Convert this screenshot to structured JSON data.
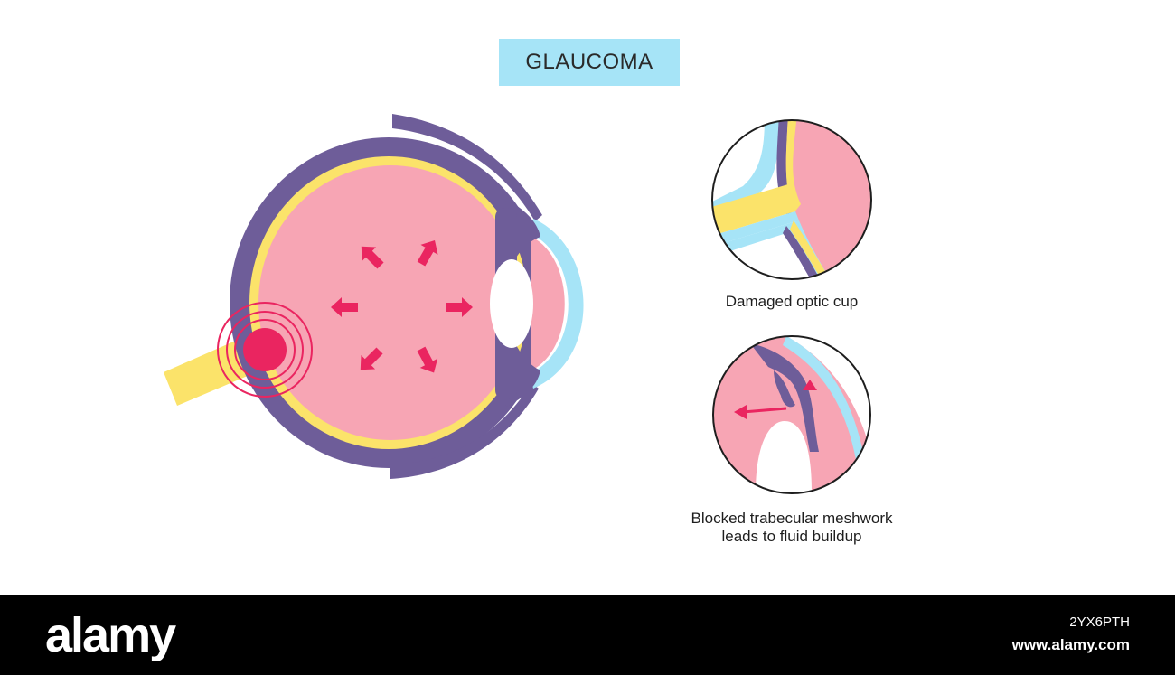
{
  "title": "GLAUCOMA",
  "captions": {
    "optic_cup": "Damaged optic cup",
    "meshwork_line1": "Blocked trabecular meshwork",
    "meshwork_line2": "leads to fluid buildup"
  },
  "footer": {
    "logo": "alamy",
    "image_id": "2YX6PTH",
    "site": "www.alamy.com"
  },
  "colors": {
    "title_bg": "#a6e4f7",
    "sclera": "#6e5d99",
    "choroid": "#fbe36a",
    "vitreous": "#f7a5b4",
    "cornea": "#a6e4f7",
    "pressure_arrow": "#ea2560",
    "optic_nerve": "#fbe36a",
    "pain_center": "#ea2560"
  },
  "icons": [
    "pressure-arrow-icon",
    "pain-target-icon",
    "fluid-flow-arrow-icon"
  ]
}
